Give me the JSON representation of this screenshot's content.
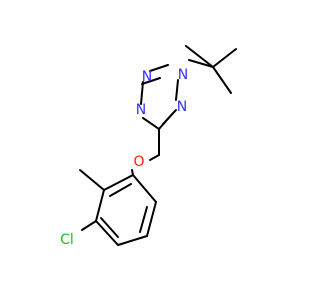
{
  "molecule": {
    "atoms": {
      "n1": "N",
      "n2": "N",
      "n3": "N",
      "n4": "N",
      "o1": "O",
      "cl": "Cl"
    },
    "colors": {
      "nitrogen": "#3333ff",
      "oxygen": "#ff2200",
      "chlorine": "#1fbf1f",
      "bond": "#000000"
    }
  }
}
